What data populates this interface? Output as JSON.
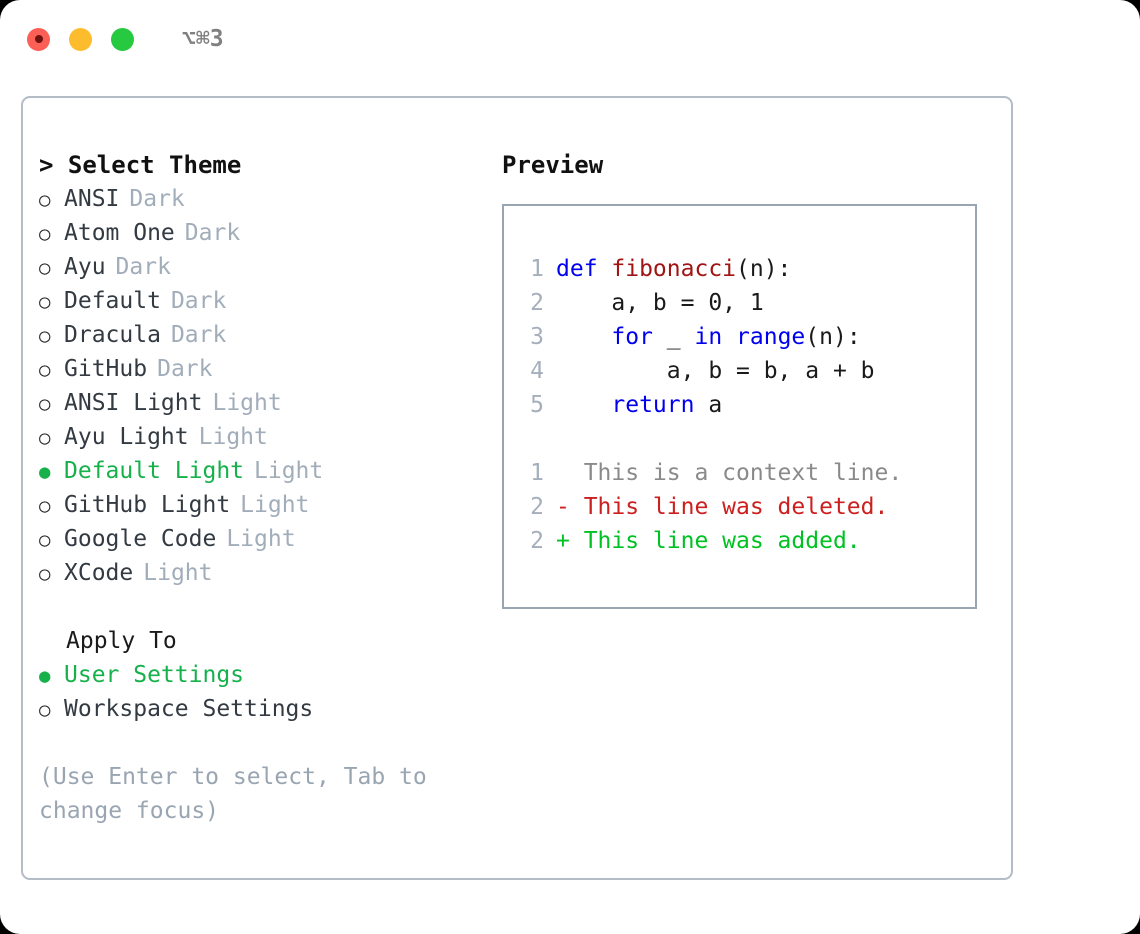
{
  "window": {
    "shortcut": "⌥⌘3",
    "traffic_lights": [
      {
        "name": "close",
        "color": "#fb5f56"
      },
      {
        "name": "minimize",
        "color": "#fdbc2e"
      },
      {
        "name": "maximize",
        "color": "#26c93f"
      }
    ]
  },
  "theme_section": {
    "header": "> Select Theme",
    "selected_marker": "●",
    "unselected_marker": "○",
    "items": [
      {
        "label": "ANSI",
        "tag": "Dark",
        "selected": false
      },
      {
        "label": "Atom One",
        "tag": "Dark",
        "selected": false
      },
      {
        "label": "Ayu",
        "tag": "Dark",
        "selected": false
      },
      {
        "label": "Default",
        "tag": "Dark",
        "selected": false
      },
      {
        "label": "Dracula",
        "tag": "Dark",
        "selected": false
      },
      {
        "label": "GitHub",
        "tag": "Dark",
        "selected": false
      },
      {
        "label": "ANSI Light",
        "tag": "Light",
        "selected": false
      },
      {
        "label": "Ayu Light",
        "tag": "Light",
        "selected": false
      },
      {
        "label": "Default Light",
        "tag": "Light",
        "selected": true
      },
      {
        "label": "GitHub Light",
        "tag": "Light",
        "selected": false
      },
      {
        "label": "Google Code",
        "tag": "Light",
        "selected": false
      },
      {
        "label": "XCode",
        "tag": "Light",
        "selected": false
      }
    ]
  },
  "apply_section": {
    "header": "Apply To",
    "items": [
      {
        "label": "User Settings",
        "selected": true
      },
      {
        "label": "Workspace Settings",
        "selected": false
      }
    ]
  },
  "hint": "(Use Enter to select, Tab to change focus)",
  "preview": {
    "title": "Preview",
    "code_lines": [
      {
        "no": "1",
        "parts": [
          {
            "t": "def ",
            "c": "kw"
          },
          {
            "t": "fibonacci",
            "c": "fn"
          },
          {
            "t": "(n):",
            "c": "plain"
          }
        ]
      },
      {
        "no": "2",
        "parts": [
          {
            "t": "    a, b = 0, 1",
            "c": "plain"
          }
        ]
      },
      {
        "no": "3",
        "parts": [
          {
            "t": "    ",
            "c": "plain"
          },
          {
            "t": "for ",
            "c": "kw"
          },
          {
            "t": "_ ",
            "c": "plain"
          },
          {
            "t": "in ",
            "c": "kw"
          },
          {
            "t": "range",
            "c": "kw"
          },
          {
            "t": "(n):",
            "c": "plain"
          }
        ]
      },
      {
        "no": "4",
        "parts": [
          {
            "t": "        a, b = b, a + b",
            "c": "plain"
          }
        ]
      },
      {
        "no": "5",
        "parts": [
          {
            "t": "    ",
            "c": "plain"
          },
          {
            "t": "return ",
            "c": "kw"
          },
          {
            "t": "a",
            "c": "plain"
          }
        ]
      }
    ],
    "diff_lines": [
      {
        "no": "1",
        "text": "  This is a context line.",
        "kind": "ctx"
      },
      {
        "no": "2",
        "text": "- This line was deleted.",
        "kind": "del"
      },
      {
        "no": "2",
        "text": "+ This line was added.",
        "kind": "add"
      }
    ]
  },
  "colors": {
    "accent_green": "#16b14b",
    "keyword_blue": "#0000ee",
    "function_red": "#a01414",
    "diff_deleted": "#cc1f1f",
    "diff_added": "#00c223",
    "muted_gray": "#a2adba",
    "border_gray": "#b4bcc6"
  }
}
